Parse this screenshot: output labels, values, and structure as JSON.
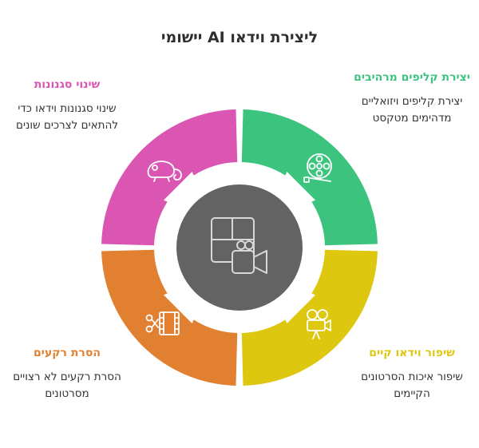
{
  "title": "ליצירת וידאו AI יישומי",
  "colors": {
    "green": "#3cc47f",
    "pink": "#db55b3",
    "orange": "#e08030",
    "yellow": "#ddc70f",
    "center": "#636363",
    "background": "#ffffff"
  },
  "sections": {
    "top_right": {
      "heading": "יצירת קליפים מרהיבים",
      "description": "יצירת קליפים ויזואליים מדהימים מטקסט",
      "icon": "film-reel-icon"
    },
    "top_left": {
      "heading": "שינוי סגנונות",
      "description": "שינוי סגנונות וידאו כדי להתאים לצרכים שונים",
      "icon": "chameleon-icon"
    },
    "bottom_right": {
      "heading": "שיפור וידאו קיים",
      "description": "שיפור איכות הסרטונים הקיימים",
      "icon": "video-camera-icon"
    },
    "bottom_left": {
      "heading": "הסרת רקעים",
      "description": "הסרת רקעים לא רצויים מסרטונים",
      "icon": "film-scissors-icon"
    }
  },
  "center_icon": "video-layout-icon"
}
